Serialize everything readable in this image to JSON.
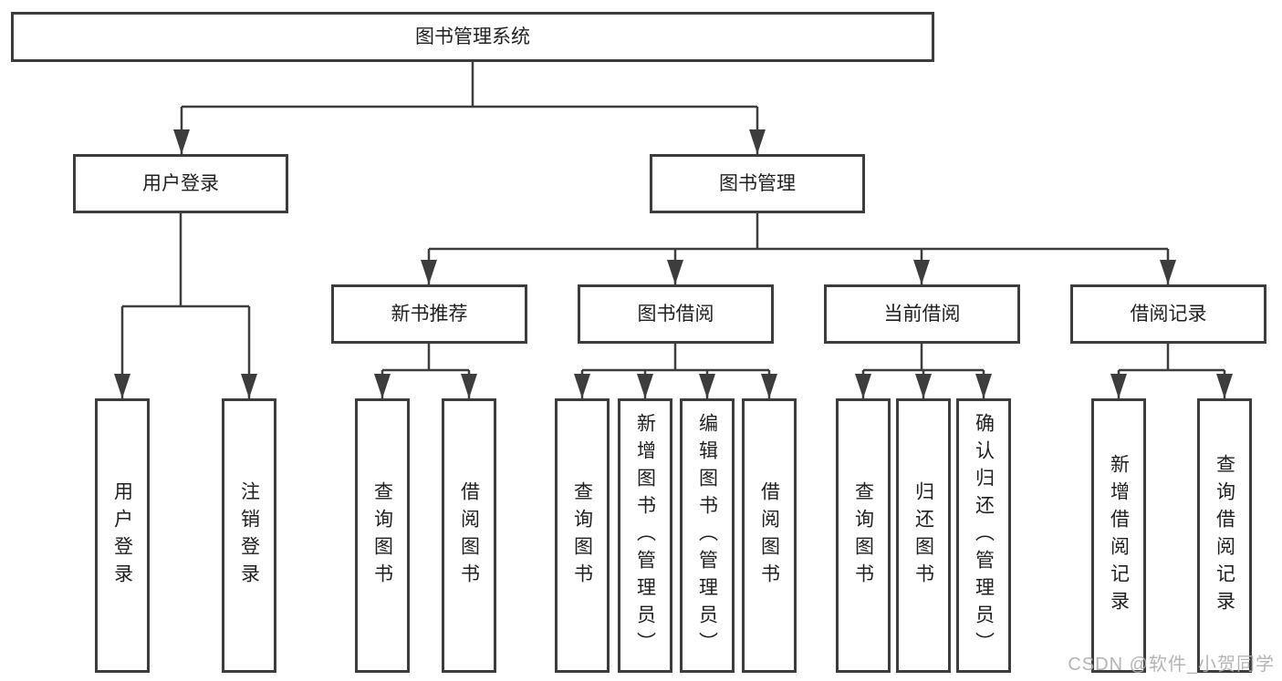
{
  "colors": {
    "line": "#3d3d3d",
    "box_border": "#3d3d3d",
    "text": "#1f1f1f",
    "watermark": "#b0b0b0",
    "background": "#ffffff"
  },
  "tree": {
    "label": "图书管理系统",
    "children": [
      {
        "label": "用户登录",
        "children": [
          {
            "label": "用户登录"
          },
          {
            "label": "注销登录"
          }
        ]
      },
      {
        "label": "图书管理",
        "children": [
          {
            "label": "新书推荐",
            "children": [
              {
                "label": "查询图书"
              },
              {
                "label": "借阅图书"
              }
            ]
          },
          {
            "label": "图书借阅",
            "children": [
              {
                "label": "查询图书"
              },
              {
                "label": "新增图书（管理员）"
              },
              {
                "label": "编辑图书（管理员）"
              },
              {
                "label": "借阅图书"
              }
            ]
          },
          {
            "label": "当前借阅",
            "children": [
              {
                "label": "查询图书"
              },
              {
                "label": "归还图书"
              },
              {
                "label": "确认归还（管理员）"
              }
            ]
          },
          {
            "label": "借阅记录",
            "children": [
              {
                "label": "新增借阅记录"
              },
              {
                "label": "查询借阅记录"
              }
            ]
          }
        ]
      }
    ]
  },
  "watermark": {
    "text": "CSDN @软件_小贺同学"
  }
}
